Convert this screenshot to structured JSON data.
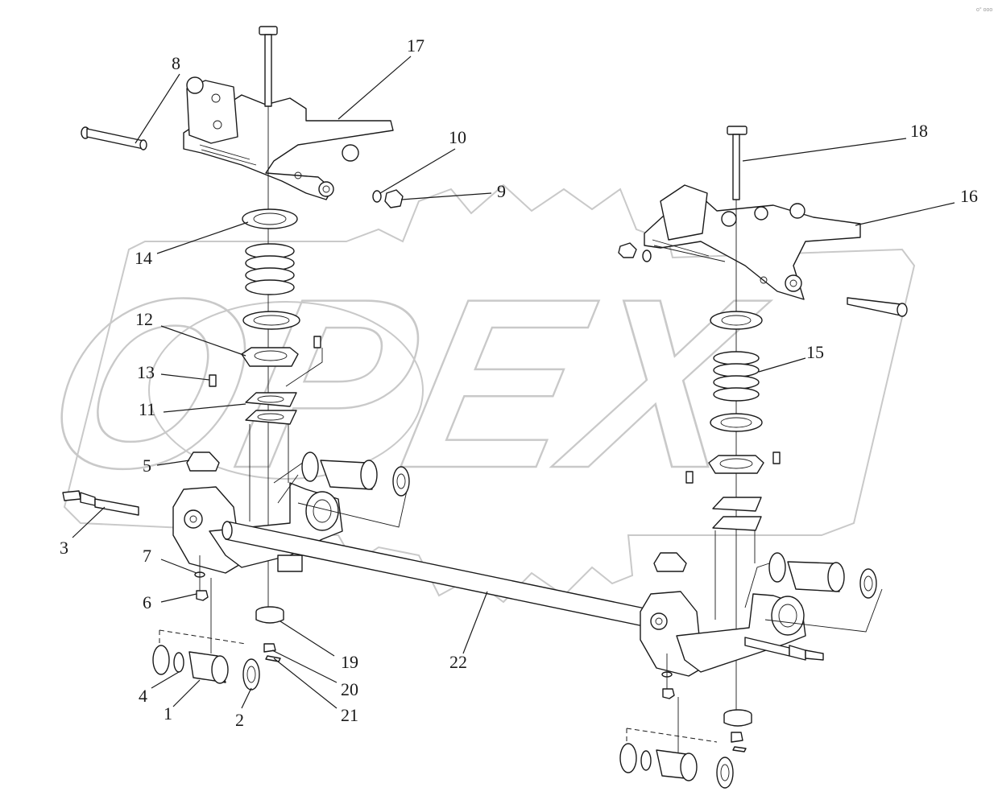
{
  "watermark": {
    "text": "OPEX",
    "color": "#c9c9c9"
  },
  "corner_mark": "o° ooo",
  "callouts": [
    {
      "id": "1",
      "text": "1"
    },
    {
      "id": "2",
      "text": "2"
    },
    {
      "id": "3",
      "text": "3"
    },
    {
      "id": "4",
      "text": "4"
    },
    {
      "id": "5",
      "text": "5"
    },
    {
      "id": "6",
      "text": "6"
    },
    {
      "id": "7",
      "text": "7"
    },
    {
      "id": "8",
      "text": "8"
    },
    {
      "id": "9",
      "text": "9"
    },
    {
      "id": "10",
      "text": "10"
    },
    {
      "id": "11",
      "text": "11"
    },
    {
      "id": "12",
      "text": "12"
    },
    {
      "id": "13",
      "text": "13"
    },
    {
      "id": "14",
      "text": "14"
    },
    {
      "id": "15",
      "text": "15"
    },
    {
      "id": "16",
      "text": "16"
    },
    {
      "id": "17",
      "text": "17"
    },
    {
      "id": "18",
      "text": "18"
    },
    {
      "id": "19",
      "text": "19"
    },
    {
      "id": "20",
      "text": "20"
    },
    {
      "id": "21",
      "text": "21"
    },
    {
      "id": "22",
      "text": "22"
    }
  ]
}
